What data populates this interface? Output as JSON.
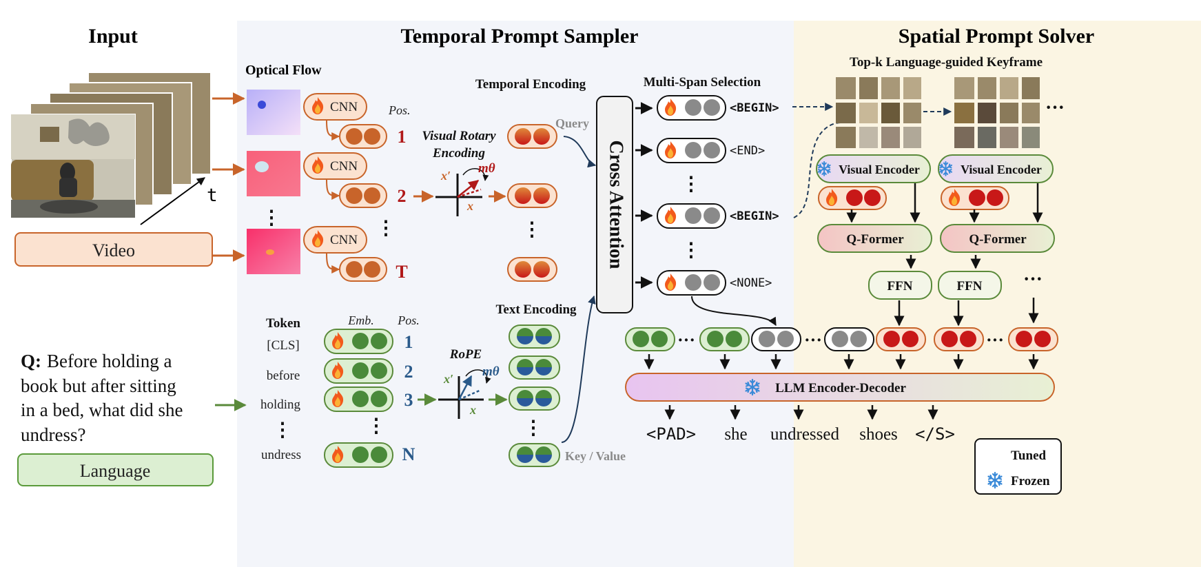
{
  "sections": {
    "input": "Input",
    "temporal": "Temporal Prompt Sampler",
    "spatial": "Spatial Prompt Solver"
  },
  "input": {
    "video_label": "Video",
    "t_label": "t",
    "question_prefix": "Q:",
    "question_lines": [
      "Before holding a",
      "book but after sitting",
      "in a bed, what did she",
      "undress?"
    ],
    "language_label": "Language"
  },
  "temporal": {
    "optical_flow": "Optical Flow",
    "cnn": "CNN",
    "pos": "Pos.",
    "pos_numbers": [
      "1",
      "2",
      "T"
    ],
    "visual_rope_line1": "Visual Rotary",
    "visual_rope_line2": "Encoding",
    "temporal_encoding": "Temporal Encoding",
    "query": "Query",
    "cross_attention": "Cross Attention",
    "token_header": "Token",
    "emb_header": "Emb.",
    "pos_header": "Pos.",
    "tokens": [
      "[CLS]",
      "before",
      "holding",
      "undress"
    ],
    "token_positions": [
      "1",
      "2",
      "3",
      "N"
    ],
    "rope": "RoPE",
    "text_encoding": "Text Encoding",
    "key_value": "Key / Value",
    "axis_x": "x",
    "axis_xprime": "x′",
    "angle": "mθ",
    "ellipsis_v": "⋮"
  },
  "multispan": {
    "title": "Multi-Span Selection",
    "labels": [
      "<BEGIN>",
      "<END>",
      "<BEGIN>",
      "<NONE>"
    ]
  },
  "spatial": {
    "topk": "Top-k  Language-guided Keyframe",
    "visual_encoder": "Visual Encoder",
    "qformer": "Q-Former",
    "ffn": "FFN",
    "llm": "LLM Encoder-Decoder",
    "outputs": [
      "<PAD>",
      "she",
      "undressed",
      "shoes",
      "</S>"
    ],
    "ellipsis_h": "···",
    "legend_tuned": "Tuned",
    "legend_frozen": "Frozen"
  },
  "colors": {
    "orange": "#c8642a",
    "red_number": "#b01818",
    "blue_number": "#2a5a8a",
    "green": "#5a8a3a",
    "temporal_bg": "#f3f5fa",
    "spatial_bg": "#fbf5e3"
  }
}
